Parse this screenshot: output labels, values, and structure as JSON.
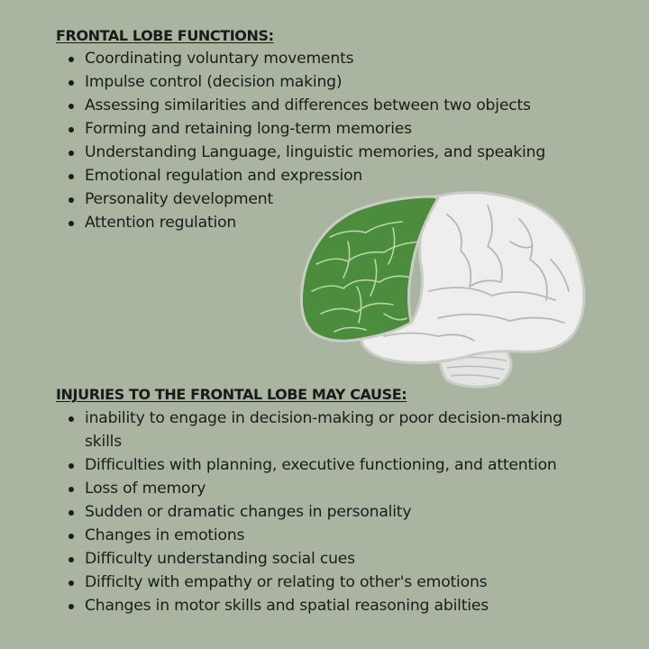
{
  "functions": {
    "title": "FRONTAL LOBE FUNCTIONS:",
    "items": [
      "Coordinating voluntary movements",
      "Impulse control (decision making)",
      "Assessing similarities and differences between two objects",
      "Forming and retaining long-term memories",
      "Understanding Language, linguistic memories, and speaking",
      "Emotional regulation and expression",
      "Personality development",
      "Attention regulation"
    ]
  },
  "illustration": {
    "icon": "brain-icon",
    "highlighted_region": "frontal-lobe",
    "colors": {
      "background": "#a9b5a1",
      "frontal_lobe": "#4b8d3c",
      "brain": "#eeeeee",
      "outline": "#c9cdc6"
    }
  },
  "injuries": {
    "title": "INJURIES TO THE FRONTAL LOBE MAY CAUSE:",
    "items": [
      "inability to engage in decision-making or poor decision-making skills",
      "Difficulties with planning, executive functioning, and attention",
      "Loss of memory",
      "Sudden or dramatic changes in personality",
      "Changes in emotions",
      "Difficulty understanding social cues",
      "Difficlty with empathy or relating to other's emotions",
      "Changes in motor skills and spatial reasoning abilties"
    ]
  }
}
